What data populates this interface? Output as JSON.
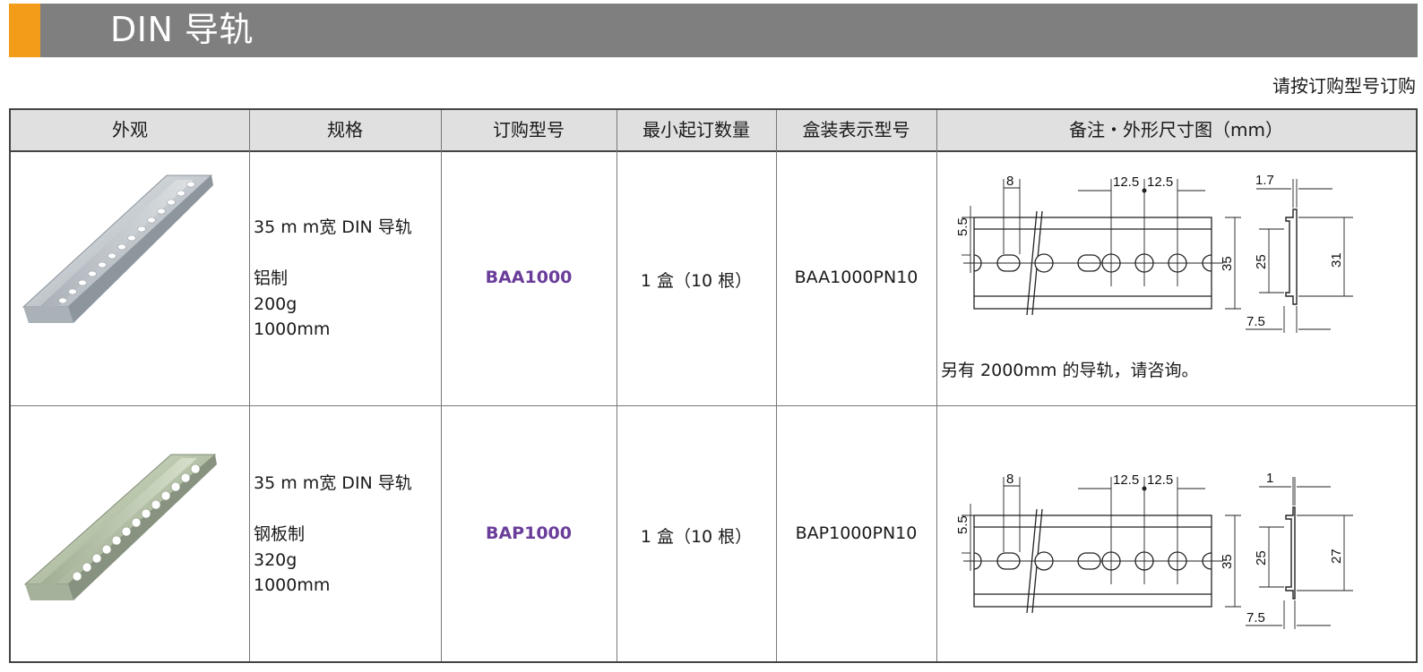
{
  "title": "DIN 导轨",
  "order_note": "请按订购型号订购",
  "colors": {
    "title_bar": "#807f7f",
    "accent": "#f39c1a",
    "model_text": "#6a3d9a",
    "header_bg": "#e0e0e0"
  },
  "table": {
    "headers": [
      "外观",
      "规格",
      "订购型号",
      "最小起订数量",
      "盒装表示型号",
      "备注・外形尺寸图（mm）"
    ],
    "rows": [
      {
        "image_icon": "din-rail-aluminum-photo",
        "spec": [
          "35 m m宽 DIN 导轨",
          "",
          "铝制",
          "200g",
          "1000mm"
        ],
        "model": "BAA1000",
        "min_qty": "1 盒（10 根）",
        "box_model": "BAA1000PN10",
        "remark": "另有 2000mm 的导轨，请咨询。",
        "dims": {
          "d1": "8",
          "d2": "12.5",
          "d3": "12.5",
          "d4": "1.7",
          "d5": "5.5",
          "d6": "35",
          "d7": "25",
          "d8": "31",
          "d9": "7.5"
        }
      },
      {
        "image_icon": "din-rail-steel-photo",
        "spec": [
          "35 m m宽 DIN 导轨",
          "",
          "钢板制",
          "320g",
          "1000mm"
        ],
        "model": "BAP1000",
        "min_qty": "1 盒（10 根）",
        "box_model": "BAP1000PN10",
        "remark": "",
        "dims": {
          "d1": "8",
          "d2": "12.5",
          "d3": "12.5",
          "d4": "1",
          "d5": "5.5",
          "d6": "35",
          "d7": "25",
          "d8": "27",
          "d9": "7.5"
        }
      }
    ]
  }
}
